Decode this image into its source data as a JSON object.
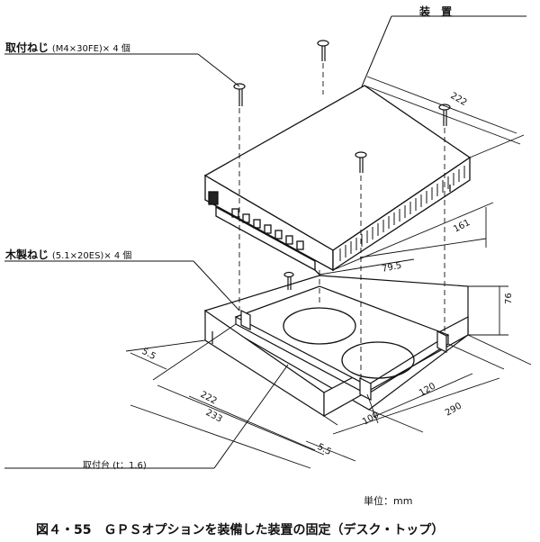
{
  "labels": {
    "device": "装 置",
    "mount_screw": "取付ねじ",
    "mount_screw_spec": "(M4×30FE)× 4 個",
    "wood_screw": "木製ねじ",
    "wood_screw_spec": "(5.1×20ES)× 4 個",
    "mount_plate": "取付台 (t：1.6)",
    "unit": "単位：mm",
    "caption": "図４・55　ＧＰＳオプションを装備した装置の固定（デスク・トップ）"
  },
  "dimensions": {
    "device_depth": "222",
    "device_width": "161",
    "foot_offset": "79.5",
    "base_height": "76",
    "left_margin": "5.5",
    "plate_depth": "222",
    "base_depth": "233",
    "hole_spacing": "120",
    "hole_offset": "100",
    "base_width": "290",
    "front_margin": "5.5"
  }
}
